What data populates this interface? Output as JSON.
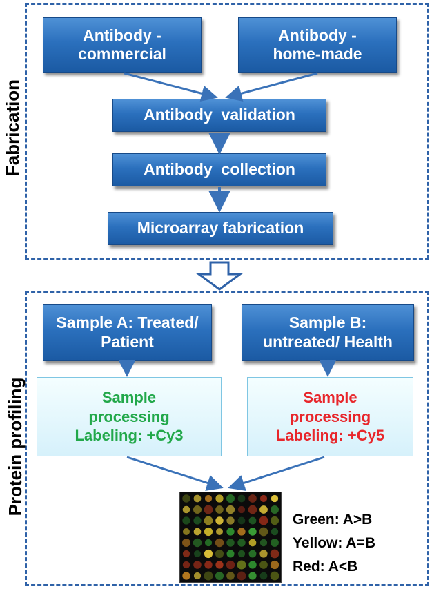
{
  "fabrication": {
    "label": "Fabrication",
    "antibody_commercial": "Antibody - commercial",
    "antibody_homemade": "Antibody - home-made",
    "antibody_validation": "Antibody  validation",
    "antibody_collection": "Antibody  collection",
    "microarray_fabrication": "Microarray fabrication"
  },
  "profiling": {
    "label": "Protein profiling",
    "sample_a": "Sample A: Treated/ Patient",
    "sample_b": "Sample B: untreated/ Health",
    "processing_a": {
      "line1": "Sample processing",
      "line2": "Labeling: +Cy3",
      "color": "#22a84a"
    },
    "processing_b": {
      "line1": "Sample processing",
      "line2": "Labeling: +Cy5",
      "color": "#e8262b"
    }
  },
  "legend": {
    "green": "Green: A>B",
    "yellow": "Yellow: A=B",
    "red": "Red: A<B"
  },
  "colors": {
    "dashed_border": "#2f62a8",
    "box_blue": "#2b70bd",
    "arrow": "#3a72b8"
  },
  "microarray_image": "fluorescent antibody microarray spots (green, yellow, red)"
}
